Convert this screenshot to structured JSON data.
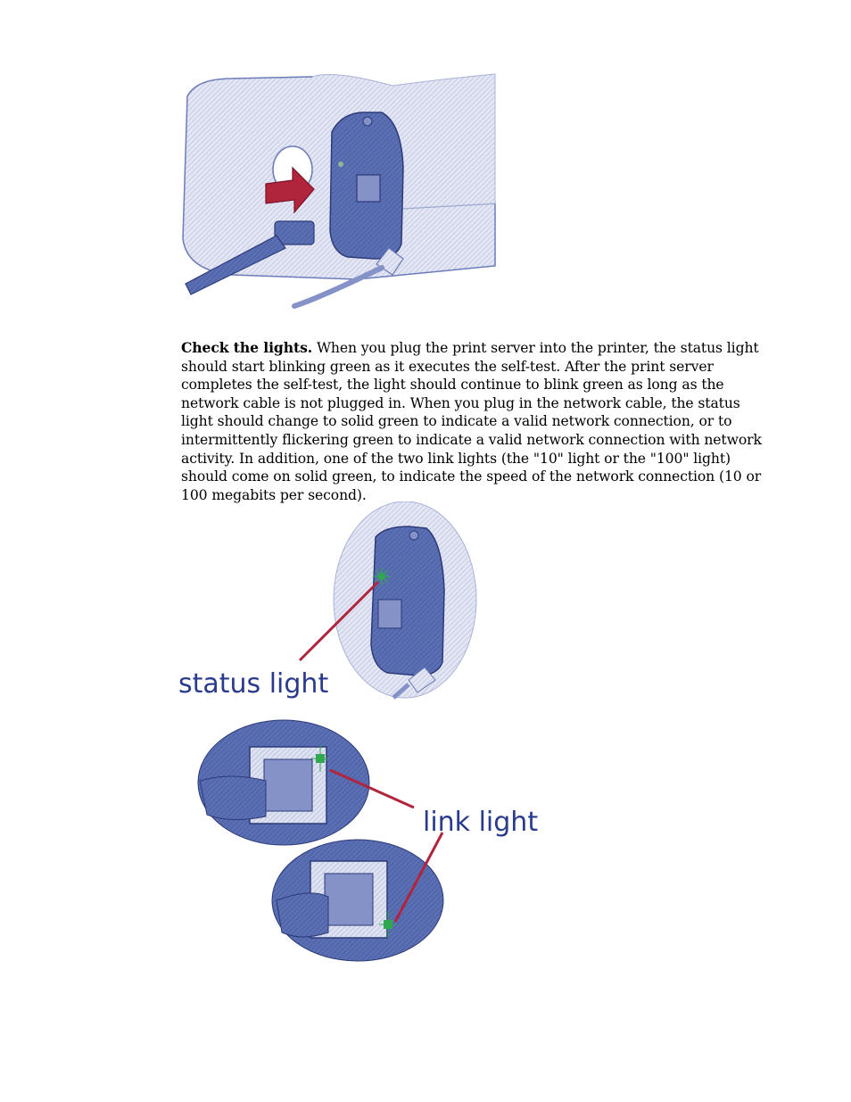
{
  "paragraph": {
    "lead": "Check the lights.",
    "body": " When you plug the print server into the printer, the status light should start blinking green as it executes the self-test. After the print server completes the self-test, the light should continue to blink green as long as the network cable is not plugged in. When you plug in the network cable, the status light should change to solid green to indicate a valid network connection, or to intermittently flickering green to indicate a valid network connection with network activity. In addition, one of the two link lights (the \"10\" light or the \"100\" light) should come on solid green, to indicate the speed of the network connection (10 or 100 megabits per second)."
  },
  "figures": {
    "status_callout": "status light",
    "link_callout": "link light"
  },
  "colors": {
    "device_blue": "#5b6fb3",
    "hatch_blue": "#c9cfe8",
    "arrow_red": "#b0243c",
    "indicator_green": "#2fa84f",
    "callout_text": "#2a3a8c"
  }
}
